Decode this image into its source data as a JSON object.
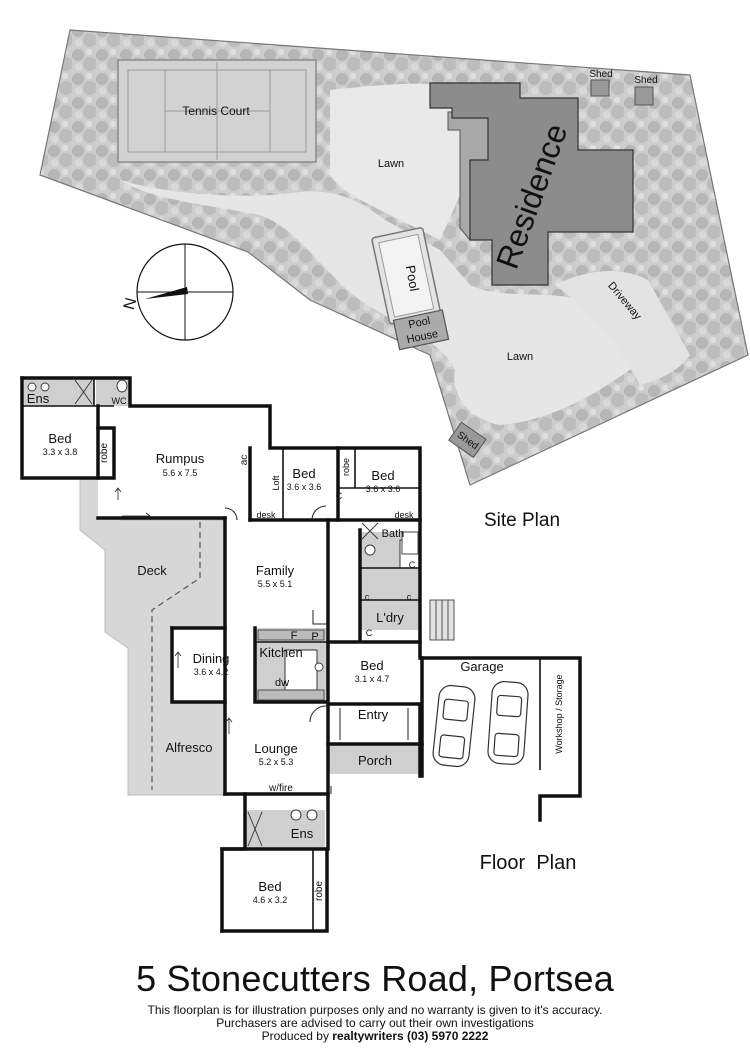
{
  "site_plan": {
    "title": "Site Plan",
    "labels": {
      "tennis_court": "Tennis Court",
      "lawn_top": "Lawn",
      "residence": "Residence",
      "pool": "Pool",
      "pool_house_1": "Pool",
      "pool_house_2": "House",
      "lawn_bottom": "Lawn",
      "driveway": "Driveway",
      "shed_1": "Shed",
      "shed_2": "Shed",
      "shed_3": "Shed",
      "north": "N"
    }
  },
  "floor_plan": {
    "title": "Floor  Plan",
    "rooms": {
      "ens_top": "Ens",
      "wc": "WC",
      "bed1_name": "Bed",
      "bed1_size": "3.3 x 3.8",
      "robe1": "robe",
      "rumpus_name": "Rumpus",
      "rumpus_size": "5.6 x 7.5",
      "ac": "ac",
      "bed2_name": "Bed",
      "bed2_size": "3.6 x 3.6",
      "loft": "Loft",
      "robe2": "robe",
      "bed3_name": "Bed",
      "bed3_size": "3.6 x 3.6",
      "desk1": "desk",
      "desk2": "desk",
      "c1": "C",
      "bath": "Bath",
      "c2": "C",
      "c3": "c",
      "c4": "c",
      "ldry": "L'dry",
      "c5": "C",
      "deck": "Deck",
      "family_name": "Family",
      "family_size": "5.5 x 5.1",
      "f": "F",
      "p": "P",
      "dining_name": "Dining",
      "dining_size": "3.6 x 4.2",
      "kitchen": "Kitchen",
      "dw": "dw",
      "bed4_name": "Bed",
      "bed4_size": "3.1 x 4.7",
      "garage": "Garage",
      "workshop": "Workshop / Storage",
      "entry": "Entry",
      "alfresco": "Alfresco",
      "lounge_name": "Lounge",
      "lounge_size": "5.2 x 5.3",
      "porch": "Porch",
      "wfire": "w/fire",
      "ens_bottom": "Ens",
      "bed5_name": "Bed",
      "bed5_size": "4.6 x 3.2",
      "robe3": "robe"
    }
  },
  "footer": {
    "address": "5 Stonecutters Road, Portsea",
    "line1": "This floorplan is for illustration purposes only and no warranty is given to it's accuracy.",
    "line2": "Purchasers are advised to carry out their own investigations",
    "line3_prefix": "Produced by ",
    "line3_brand": "realtywriters (03) 5970 2222"
  },
  "colors": {
    "lot_fill": "#c9c9c9",
    "tree": "#b0b0b0",
    "residence": "#8a8a8a",
    "deck": "#d6d6d6",
    "wall": "#111111"
  }
}
